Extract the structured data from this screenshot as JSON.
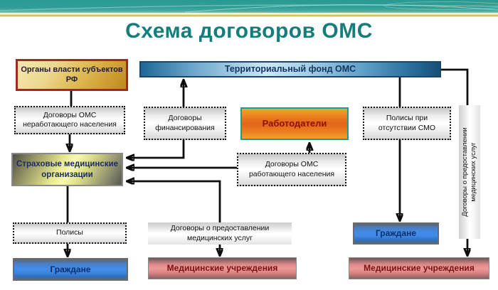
{
  "slide": {
    "title": "Схема договоров ОМС",
    "palette": {
      "title_color": "#157e7a",
      "banner_teal": "#2e9d95",
      "gold_line": "#b99d34",
      "arrow_color": "#0d0d0d",
      "authority_box": {
        "border": "#9e2b1e",
        "fill": "#ddb44e"
      },
      "fund_box": {
        "border": "#16456e",
        "fill": "#cde7f7"
      },
      "employers_box": {
        "border": "#18a08e",
        "fill": "#e4641a"
      },
      "insurer_box": {
        "border": "#8a8a8a",
        "fill": "#f7fab2"
      },
      "citizens_box": {
        "fill": "#418ce8"
      },
      "medical_box": {
        "fill": "#f09898"
      }
    }
  },
  "nodes": {
    "organy": {
      "label": "Органы власти субъектов\nРФ"
    },
    "tfoms": {
      "label": "Территориальный фонд ОМС"
    },
    "dog_nerab": {
      "label": "Договоры ОМС\nнеработающего населения"
    },
    "dog_fin": {
      "label": "Договоры\nфинансирования"
    },
    "rabotodateli": {
      "label": "Работодатели"
    },
    "polisy_smo": {
      "label": "Полисы при\nотсутствии СМО"
    },
    "dog_predost_vert": {
      "label": "Договоры о предоставлении\nмедицинских услуг"
    },
    "smo": {
      "label": "Страховые медицинские\nорганизации"
    },
    "dog_rab": {
      "label": "Договоры ОМС\nработающего населения"
    },
    "polisy": {
      "label": "Полисы"
    },
    "grazhdane_left": {
      "label": "Граждане"
    },
    "dog_predost": {
      "label": "Договоры о предоставлении\nмедицинских услуг"
    },
    "med_mid": {
      "label": "Медицинские учреждения"
    },
    "grazhdane_right": {
      "label": "Граждане"
    },
    "med_right": {
      "label": "Медицинские учреждения"
    }
  },
  "connections": [
    {
      "from": "organy",
      "to": "dog_nerab",
      "arrow": false
    },
    {
      "from": "dog_nerab",
      "to": "smo",
      "arrow": true
    },
    {
      "from": "dog_fin",
      "to": "tfoms",
      "arrow": true
    },
    {
      "from": "dog_fin",
      "to": "smo",
      "arrow": true
    },
    {
      "from": "dog_rab",
      "to": "smo",
      "arrow": true
    },
    {
      "from": "dog_rab",
      "to": "rabotodateli",
      "arrow": true
    },
    {
      "from": "dog_predost",
      "to": "smo",
      "arrow": true
    },
    {
      "from": "dog_predost",
      "to": "med_mid",
      "arrow": true
    },
    {
      "from": "tfoms",
      "to": "polisy_smo",
      "arrow": false
    },
    {
      "from": "polisy_smo",
      "to": "grazhdane_right",
      "arrow": true
    },
    {
      "from": "tfoms",
      "to": "dog_predost_vert",
      "arrow": false
    },
    {
      "from": "dog_predost_vert",
      "to": "med_right",
      "arrow": true
    },
    {
      "from": "smo",
      "to": "polisy",
      "arrow": false
    },
    {
      "from": "polisy",
      "to": "grazhdane_left",
      "arrow": true
    }
  ]
}
